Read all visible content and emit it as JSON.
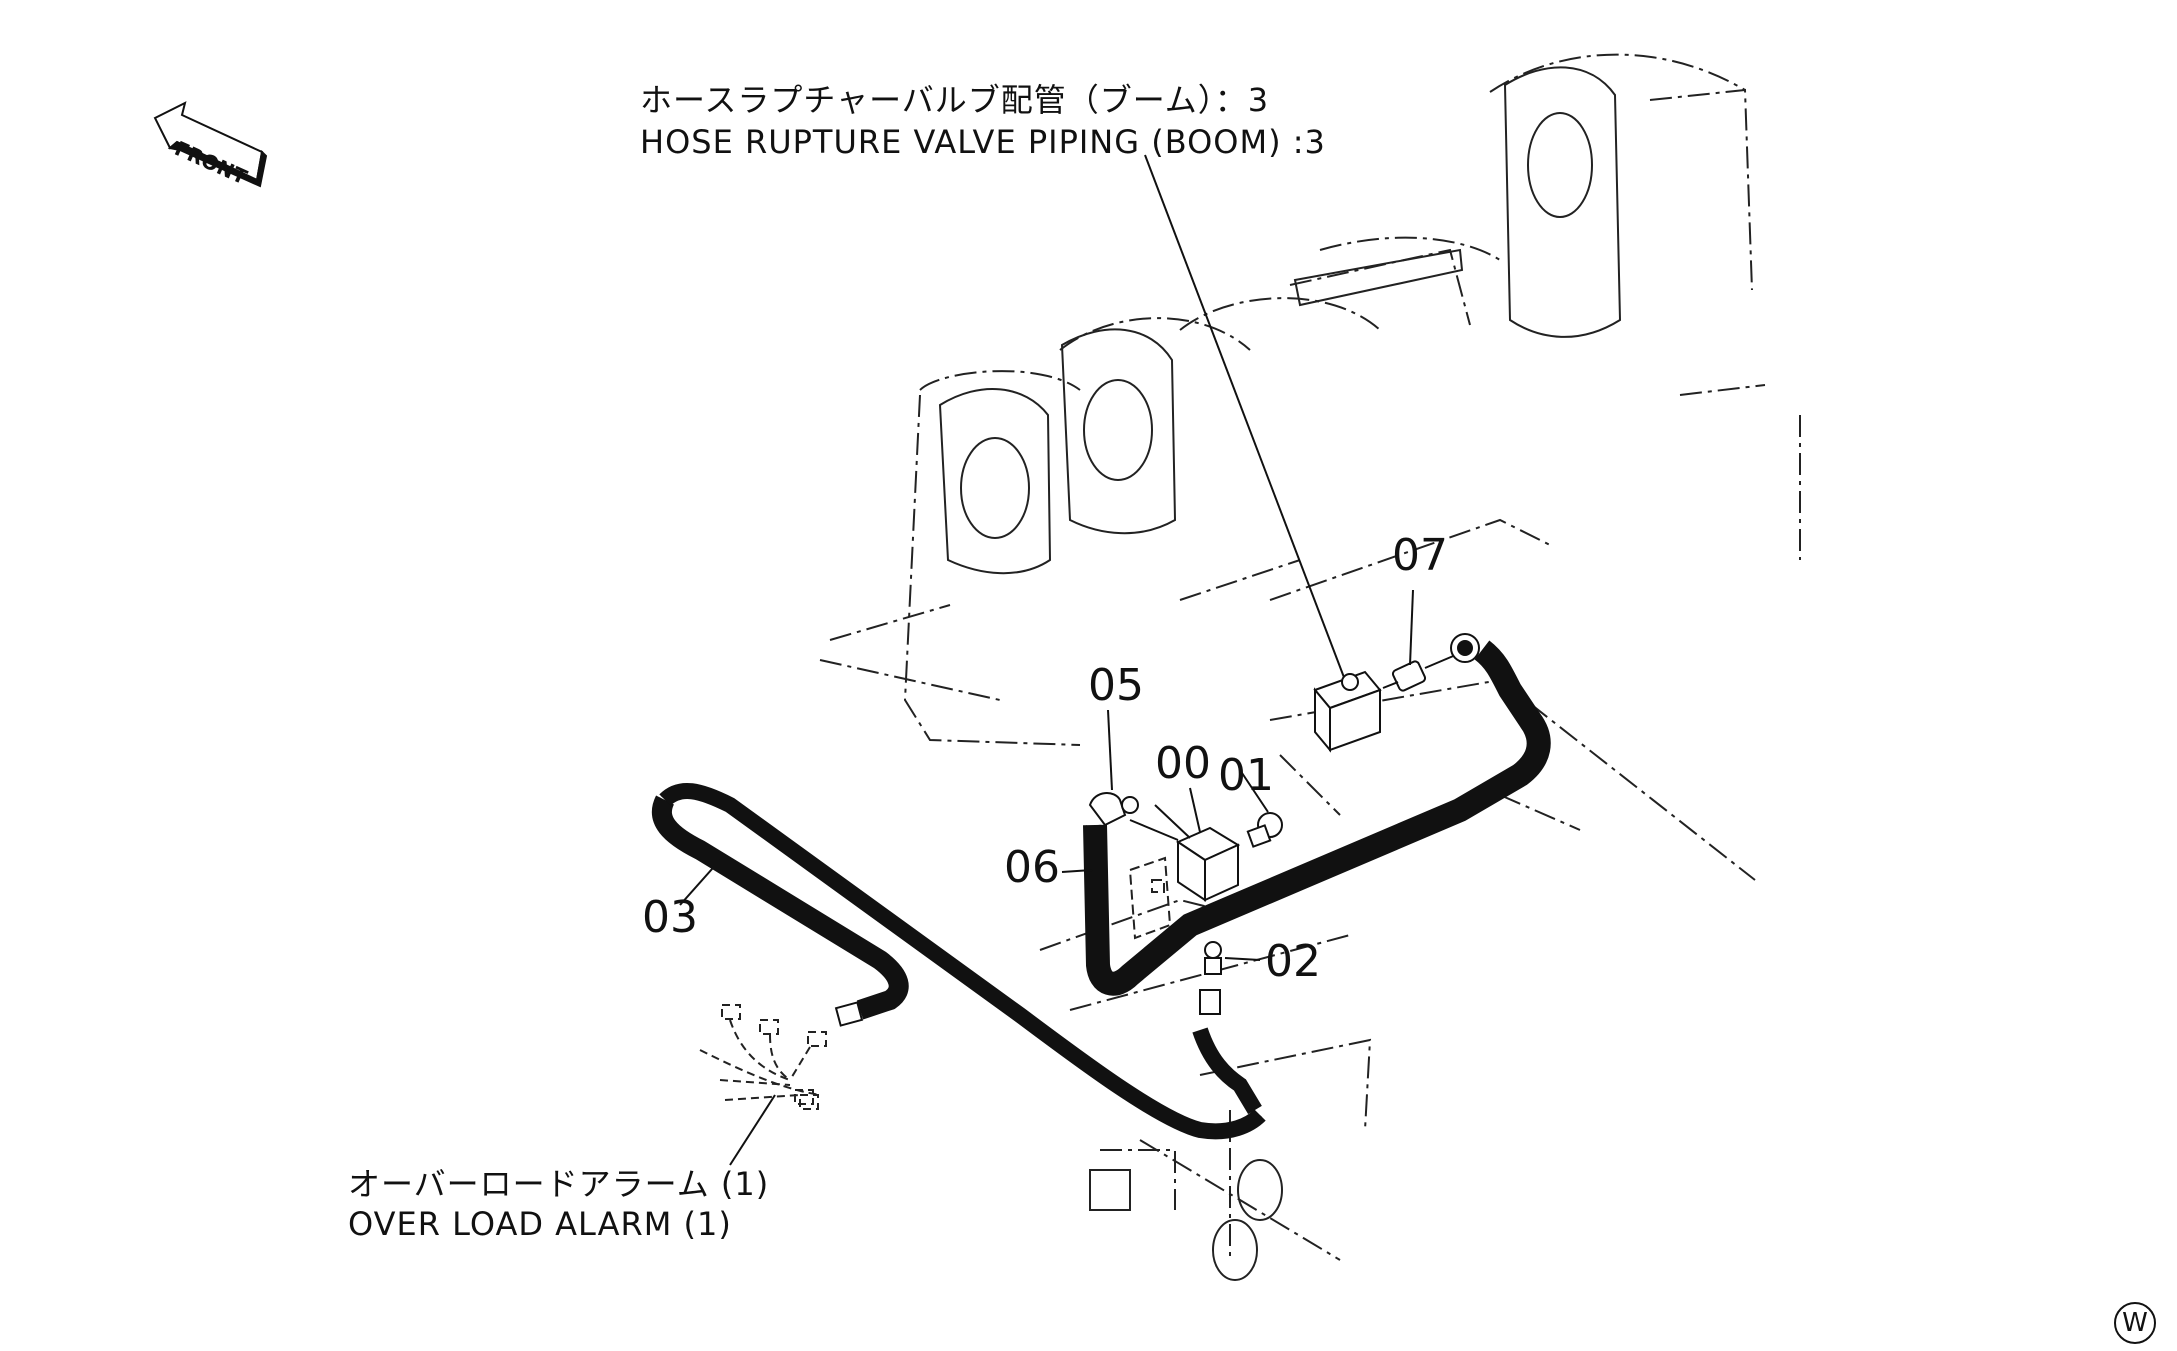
{
  "orientation": {
    "front_label": "FRONT"
  },
  "callouts": {
    "hose_rupture": {
      "jp": "ホースラプチャーバルブ配管（ブーム）：3",
      "en": "HOSE RUPTURE VALVE PIPING (BOOM) :3"
    },
    "over_load": {
      "jp": "オーバーロードアラーム (1)",
      "en": "OVER LOAD ALARM (1)"
    }
  },
  "part_numbers": [
    "07",
    "05",
    "00",
    "01",
    "06",
    "03",
    "02"
  ],
  "corner_mark": "W"
}
